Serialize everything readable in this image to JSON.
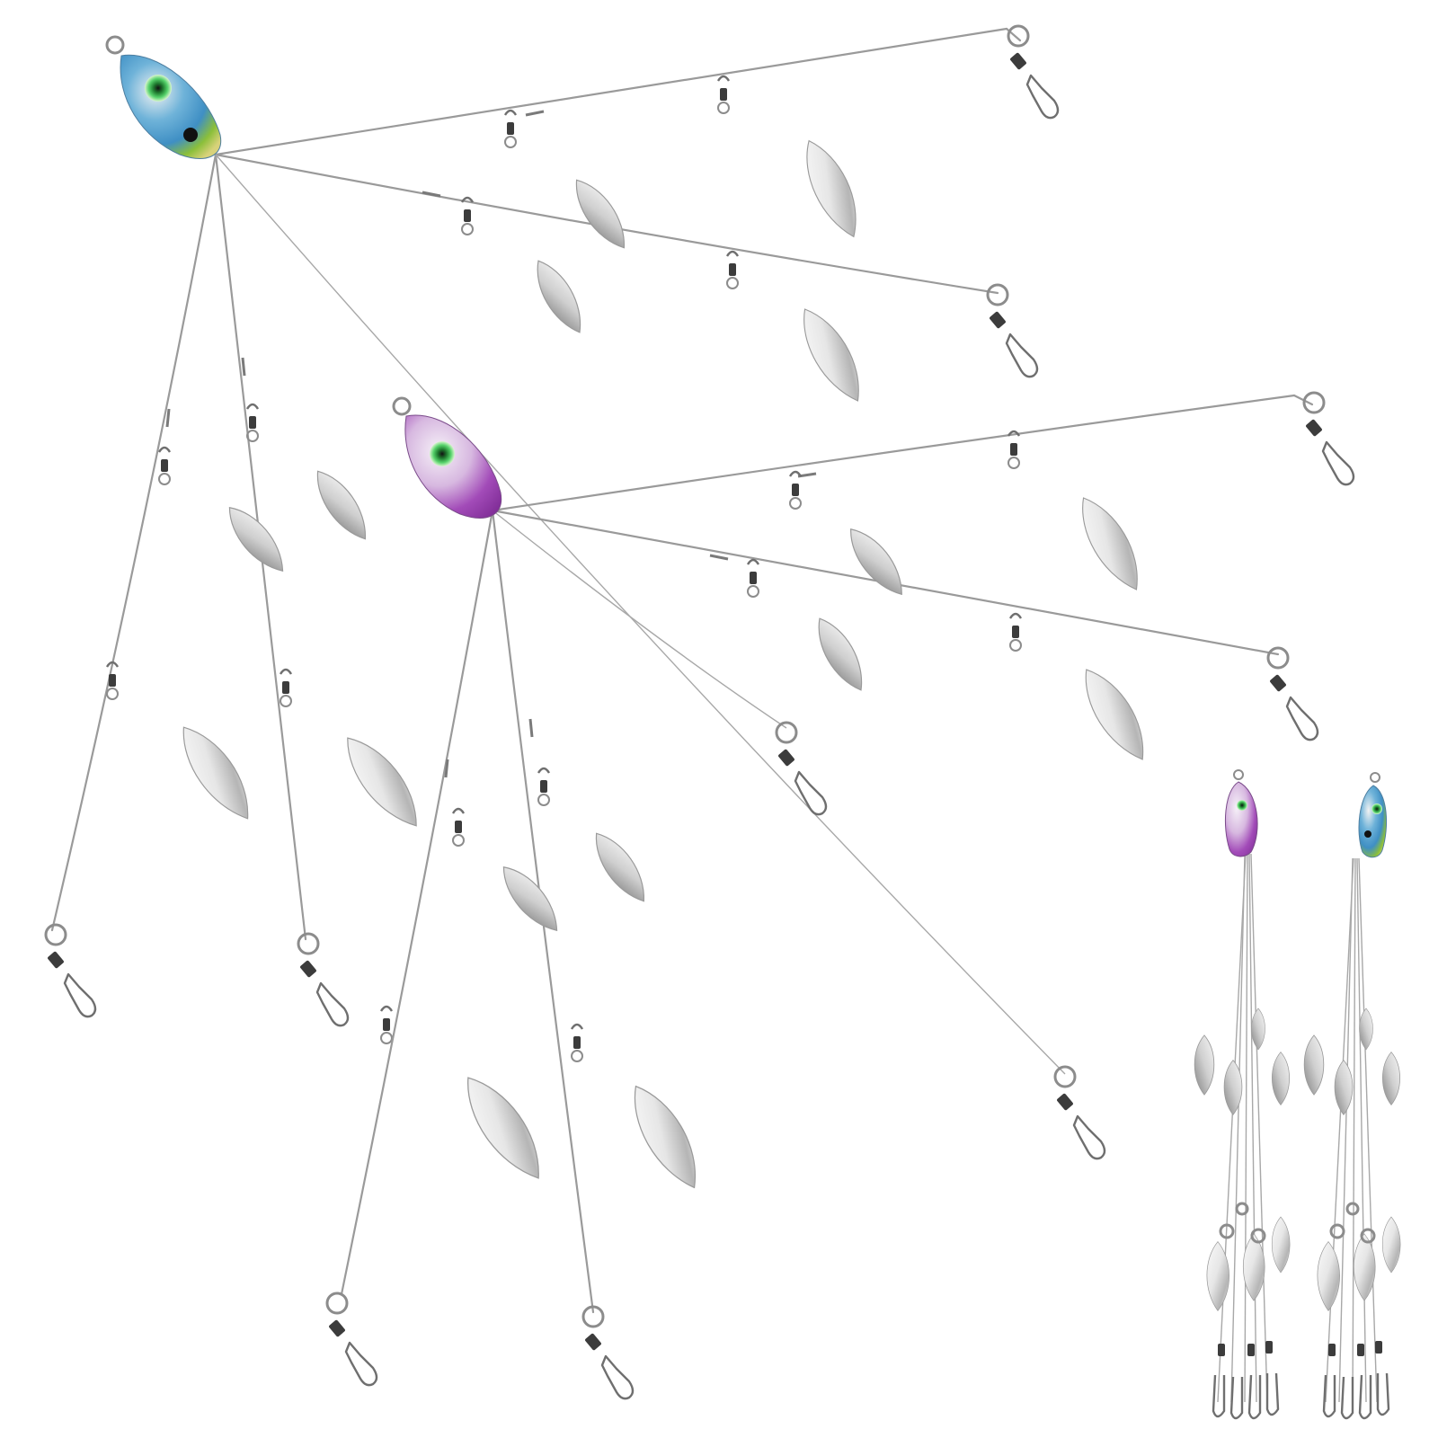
{
  "image": {
    "subject": "alabama-rig-umbrella-lures",
    "colors": {
      "background": "#ffffff",
      "wire": "#9a9a9a",
      "blade_light": "#f4f4f4",
      "blade_dark": "#9b9b9b",
      "head_blue": "#3f8fc4",
      "head_green": "#8bbf3a",
      "head_yellow": "#d8d27a",
      "head_purple": "#9b3fb0",
      "eye": "#3fbf5a",
      "swivel": "#3c3c3c"
    },
    "items": [
      {
        "name": "rig-blue",
        "head_color": "blue-green",
        "arms": 5,
        "blades": 8
      },
      {
        "name": "rig-purple",
        "head_color": "purple",
        "arms": 5,
        "blades": 8
      },
      {
        "name": "rig-purple-collapsed",
        "head_color": "purple",
        "arms": 5
      },
      {
        "name": "rig-blue-collapsed",
        "head_color": "blue-green",
        "arms": 5
      }
    ]
  }
}
